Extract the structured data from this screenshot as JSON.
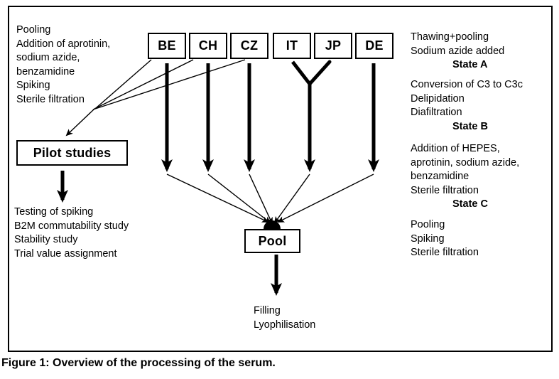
{
  "figure": {
    "caption": "Figure 1: Overview of the processing of the serum."
  },
  "nodes": {
    "countries": [
      "BE",
      "CH",
      "CZ",
      "IT",
      "JP",
      "DE"
    ],
    "pilot_label": "Pilot studies",
    "pool_label": "Pool"
  },
  "annotations": {
    "pre_pilot": {
      "lines": [
        "Pooling",
        "Addition of aprotinin,",
        "sodium azide,",
        "benzamidine",
        "Spiking",
        "Sterile filtration"
      ]
    },
    "post_pilot": {
      "lines": [
        "Testing of spiking",
        "B2M commutability study",
        "Stability study",
        "Trial value assignment"
      ]
    },
    "state_a": {
      "lines": [
        "Thawing+pooling",
        "Sodium azide added"
      ],
      "state_label": "State A"
    },
    "state_b": {
      "lines": [
        "Conversion of C3 to C3c",
        "Delipidation",
        "Diafiltration"
      ],
      "state_label": "State B"
    },
    "state_c": {
      "lines": [
        "Addition of HEPES,",
        "aprotinin, sodium azide,",
        "benzamidine",
        "Sterile filtration"
      ],
      "state_label": "State C"
    },
    "pool_steps": {
      "lines": [
        "Pooling",
        "Spiking",
        "Sterile filtration"
      ]
    },
    "post_pool": {
      "lines": [
        "Filling",
        "Lyophilisation"
      ]
    }
  },
  "colors": {
    "ink": "#000000",
    "paper": "#ffffff"
  }
}
